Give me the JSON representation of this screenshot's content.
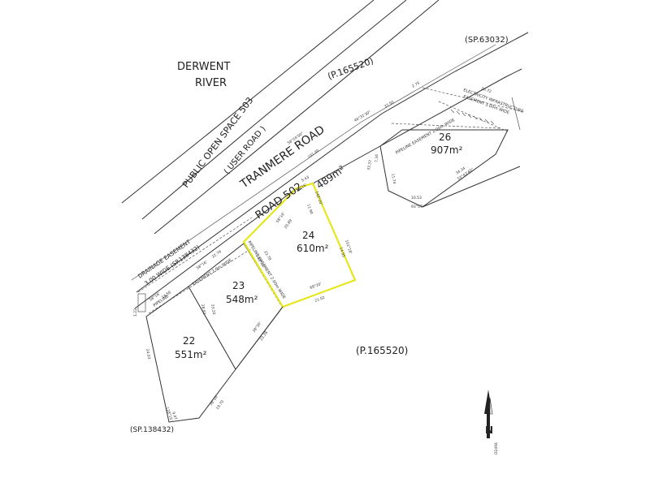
{
  "plan": {
    "river_line1": "DERWENT",
    "river_line2": "RIVER",
    "public_open_space": "PUBLIC OPEN SPACE 503",
    "user_road": "( USER ROAD )",
    "plan_ref_top": "(P.165520)",
    "plan_ref_right": "(P.165520)",
    "sp_top_right": "(SP.63032)",
    "sp_bottom_left": "(SP.138432)",
    "tranmere_road": "TRANMERE ROAD",
    "road_502": "ROAD 502",
    "road_area": "489m²",
    "drainage_easement_1": "DRAINAGE EASEMENT",
    "drainage_easement_2": "3.00 WIDE (SP.138432)",
    "pipeline_short": "PIPELINE",
    "easement_left": "EASEMENT 2.0m WIDE",
    "pipeline_easement_diag": "PIPELINE EASEMENT 2.00m WIDE",
    "pipeline_easement_26": "PIPELINE EASEMENT 2.00m WIDE",
    "electricity_easement_1": "ELECTRICITY INFRASTRUCTURE",
    "electricity_easement_2": "EASEMENT 3.00m WIDE",
    "north_label": "N",
    "north_code": "D2494"
  },
  "lots": [
    {
      "number": "22",
      "area": "551m²"
    },
    {
      "number": "23",
      "area": "548m²"
    },
    {
      "number": "24",
      "area": "610m²"
    },
    {
      "number": "26",
      "area": "907m²"
    }
  ],
  "dims": {
    "d1": "58°16'",
    "d2": "14.56",
    "d3": "58°16'",
    "d4": "22.79",
    "d5": "58°16'",
    "d6": "20.89",
    "d7": "58°16'",
    "d8": "5.43",
    "d9": "101.40",
    "d10": "58°24'00\"",
    "d11": "46°31'30\"",
    "d12": "37.50",
    "d13": "27.50",
    "d14": "26.72",
    "d15": "2.75",
    "d16": "105°20'",
    "d17": "22.78",
    "d18": "148°20'",
    "d19": "18.14",
    "d20": "11.90",
    "d21": "101°18'",
    "d22": "14.95",
    "d23": "68°20'",
    "d24": "21.02",
    "d25": "38°30'",
    "d26": "22.38",
    "d27": "28.92",
    "d28": "33.20",
    "d29": "19.70",
    "d30": "38°20'",
    "d31": "24.03",
    "d32": "9.47",
    "d33": "128°15'",
    "d34": "11.74",
    "d35": "10.53",
    "d36": "93°57'",
    "d37": "34.34",
    "d38": "53°43'40\"",
    "d39": "7.34",
    "d40": "33.37",
    "d41": "1.22",
    "d42": "2.00"
  },
  "colors": {
    "lot24_highlight": "#e6e61e",
    "linework": "#333333"
  }
}
